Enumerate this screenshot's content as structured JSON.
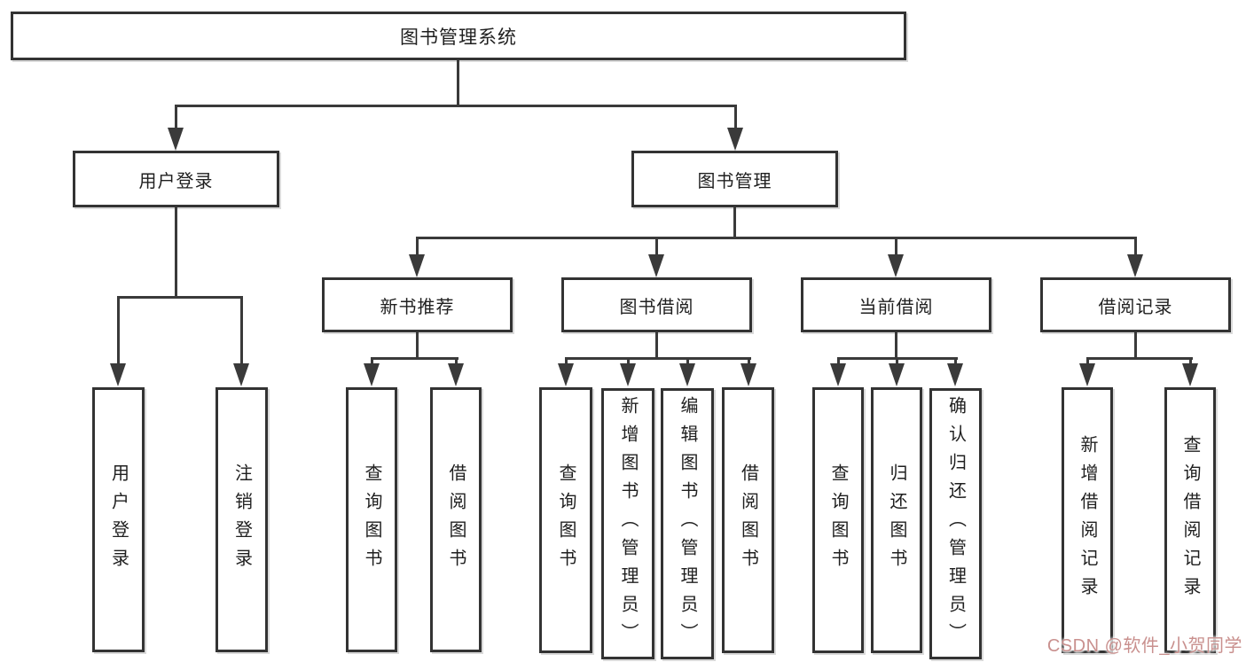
{
  "tree": {
    "root": "图书管理系统",
    "branches": [
      {
        "label": "用户登录",
        "children": [
          {
            "label": "用户登录"
          },
          {
            "label": "注销登录"
          }
        ]
      },
      {
        "label": "图书管理",
        "children": [
          {
            "label": "新书推荐",
            "children": [
              {
                "label": "查询图书"
              },
              {
                "label": "借阅图书"
              }
            ]
          },
          {
            "label": "图书借阅",
            "children": [
              {
                "label": "查询图书"
              },
              {
                "label": "新增图书（管理员）"
              },
              {
                "label": "编辑图书（管理员）"
              },
              {
                "label": "借阅图书"
              }
            ]
          },
          {
            "label": "当前借阅",
            "children": [
              {
                "label": "查询图书"
              },
              {
                "label": "归还图书"
              },
              {
                "label": "确认归还（管理员）"
              }
            ]
          },
          {
            "label": "借阅记录",
            "children": [
              {
                "label": "新增借阅记录"
              },
              {
                "label": "查询借阅记录"
              }
            ]
          }
        ]
      }
    ]
  },
  "watermark": {
    "text": "CSDN @软件_小贺同学"
  },
  "colors": {
    "line": "#3a3a3a",
    "border": "#333333",
    "background": "#ffffff",
    "watermark": "#c9908e"
  }
}
